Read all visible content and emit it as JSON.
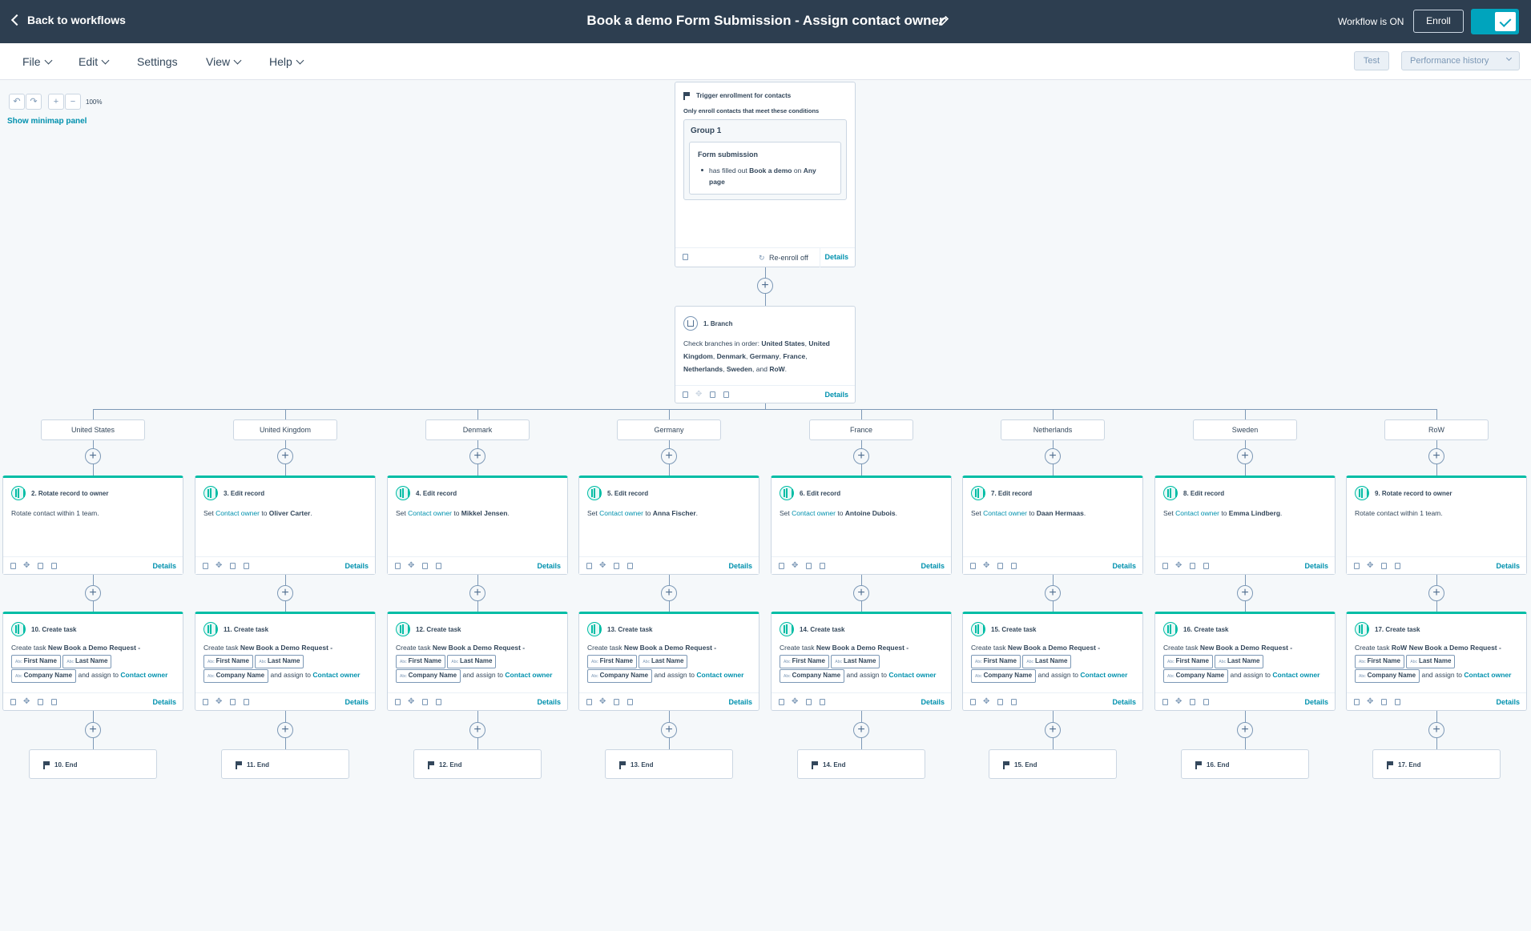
{
  "topbar": {
    "back_label": "Back to workflows",
    "title": "Book a demo Form Submission - Assign contact owner",
    "status": "Workflow is ON",
    "enroll_label": "Enroll"
  },
  "menu": {
    "file": "File",
    "edit": "Edit",
    "settings": "Settings",
    "view": "View",
    "help": "Help",
    "test": "Test",
    "performance": "Performance history"
  },
  "canvas": {
    "zoom": "100%",
    "minimap": "Show minimap panel"
  },
  "trigger": {
    "title": "Trigger enrollment for contacts",
    "subtitle": "Only enroll contacts that meet these conditions",
    "group": "Group 1",
    "condition_title": "Form submission",
    "cond_pre": "has filled out",
    "form_name": "Book a demo",
    "cond_on": "on",
    "page_name": "Any page",
    "reenroll": "Re-enroll off",
    "details": "Details"
  },
  "branch": {
    "title": "1. Branch",
    "intro": "Check branches in order:",
    "b1": "United States",
    "b2": "United Kingdom",
    "b3": "Denmark",
    "b4": "Germany",
    "b5": "France",
    "b6": "Netherlands",
    "b7": "Sweden",
    "b8": "RoW",
    "sep": ",",
    "and": "and",
    "end": ".",
    "details": "Details"
  },
  "columns": [
    {
      "branch": "United States",
      "a_title": "2. Rotate record to owner",
      "a_kind": "rotate",
      "a_text": "Rotate contact within 1 team.",
      "t_title": "10. Create task",
      "t_prefix": "",
      "end": "10. End"
    },
    {
      "branch": "United Kingdom",
      "a_title": "3. Edit record",
      "a_kind": "edit",
      "owner": "Oliver Carter",
      "t_title": "11. Create task",
      "t_prefix": "",
      "end": "11. End"
    },
    {
      "branch": "Denmark",
      "a_title": "4. Edit record",
      "a_kind": "edit",
      "owner": "Mikkel Jensen",
      "t_title": "12. Create task",
      "t_prefix": "",
      "end": "12. End"
    },
    {
      "branch": "Germany",
      "a_title": "5. Edit record",
      "a_kind": "edit",
      "owner": "Anna Fischer",
      "t_title": "13. Create task",
      "t_prefix": "",
      "end": "13. End"
    },
    {
      "branch": "France",
      "a_title": "6. Edit record",
      "a_kind": "edit",
      "owner": "Antoine Dubois",
      "t_title": "14. Create task",
      "t_prefix": "",
      "end": "14. End"
    },
    {
      "branch": "Netherlands",
      "a_title": "7. Edit record",
      "a_kind": "edit",
      "owner": "Daan Hermaas",
      "t_title": "15. Create task",
      "t_prefix": "",
      "end": "15. End"
    },
    {
      "branch": "Sweden",
      "a_title": "8. Edit record",
      "a_kind": "edit",
      "owner": "Emma Lindberg",
      "t_title": "16. Create task",
      "t_prefix": "",
      "end": "16. End"
    },
    {
      "branch": "RoW",
      "a_title": "9. Rotate record to owner",
      "a_kind": "rotate",
      "a_text": "Rotate contact within 1 team.",
      "t_title": "17. Create task",
      "t_prefix": "RoW",
      "end": "17. End"
    }
  ],
  "edit_text": {
    "set": "Set",
    "field": "Contact owner",
    "to": "to",
    "end": "."
  },
  "task_text": {
    "create": "Create task",
    "name": "New Book a Demo Request -",
    "chip_first": "First Name",
    "chip_last": "Last Name",
    "chip_company": "Company Name",
    "assign": "and assign to",
    "contact_owner": "Contact owner",
    "abc": "Abc"
  },
  "details_label": "Details",
  "colors": {
    "topbar": "#2d3e50",
    "accent": "#00a4bd",
    "action": "#00bda5",
    "link": "#0091ae"
  }
}
